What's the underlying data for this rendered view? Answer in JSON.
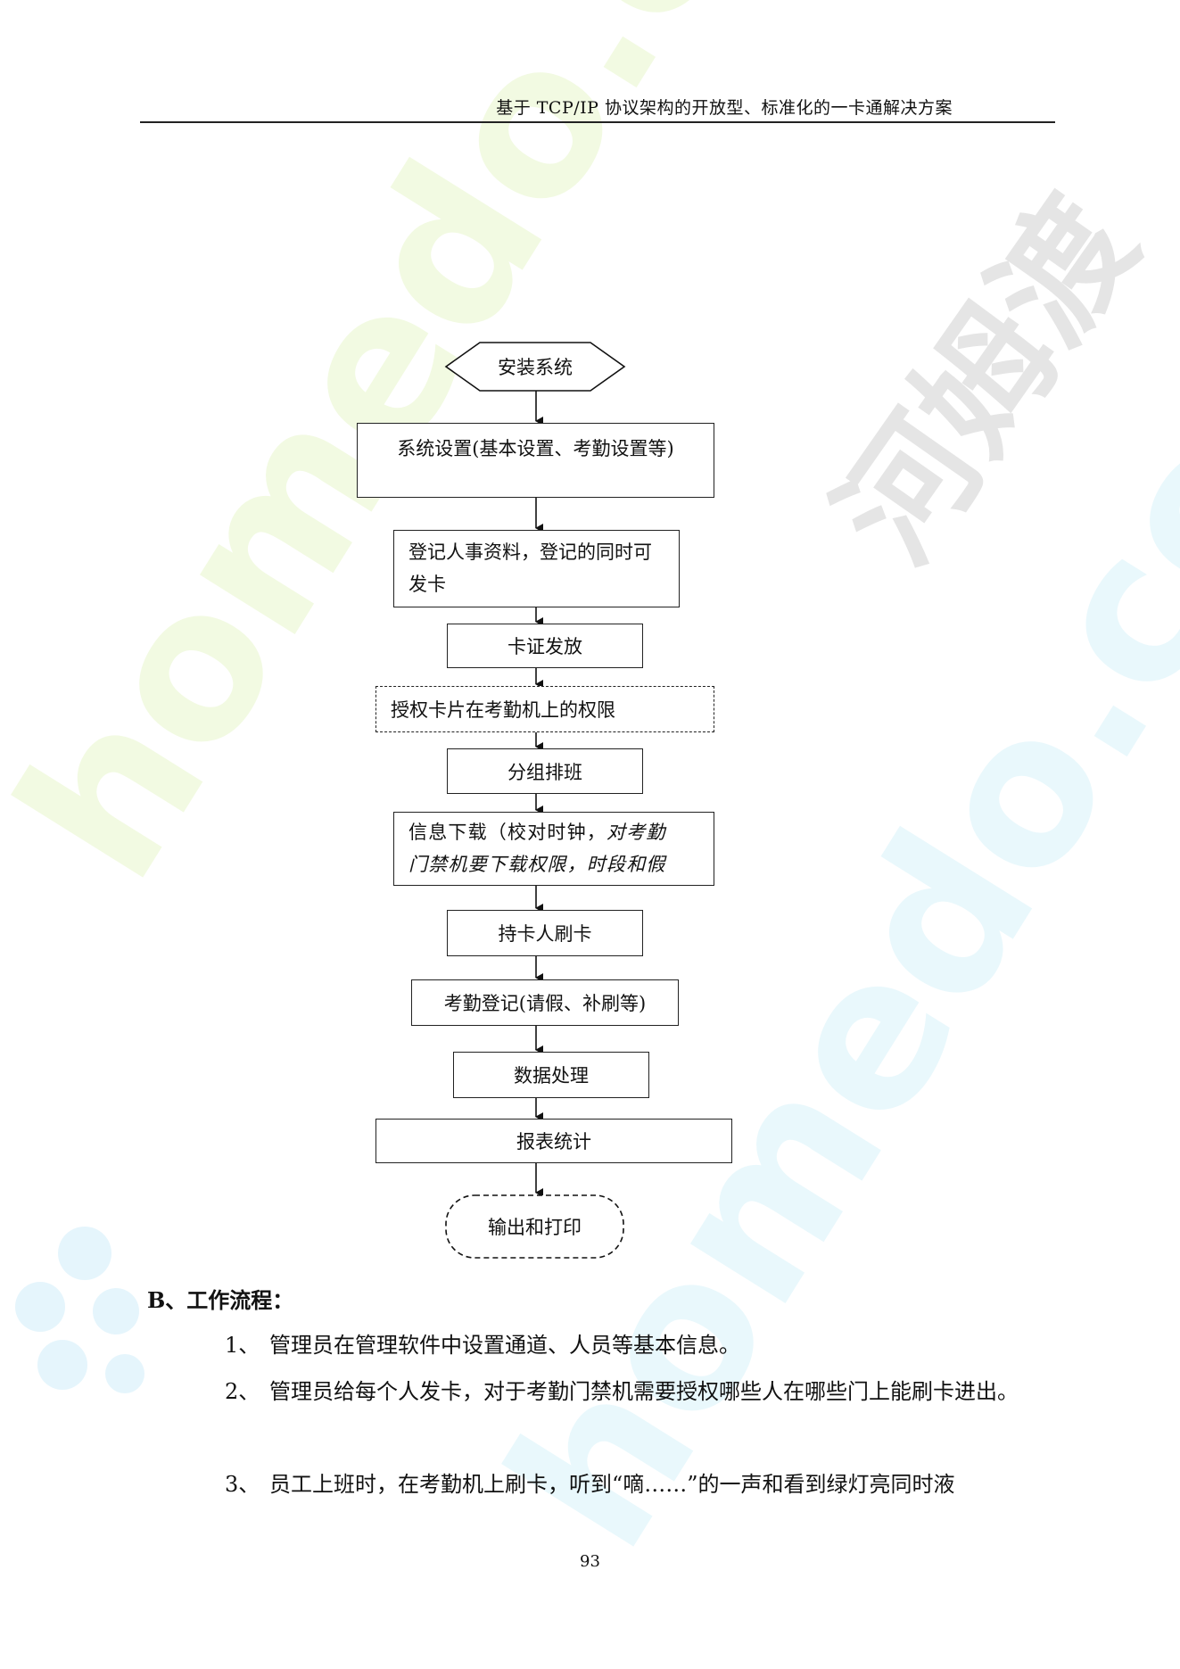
{
  "header": {
    "title": "基于 TCP/IP 协议架构的开放型、标准化的一卡通解决方案"
  },
  "watermark": {
    "chinese": "河姆渡",
    "latin": "homedo.com"
  },
  "flowchart": {
    "start": "安装系统",
    "steps": [
      "系统设置(基本设置、考勤设置等)",
      "登记人事资料，登记的同时可发卡",
      "卡证发放",
      "授权卡片在考勤机上的权限",
      "分组排班",
      "信息下载（校对时钟，",
      "对考勤",
      "门禁机要下载权限，时段和假",
      "持卡人刷卡",
      "考勤登记(请假、补刷等)",
      "数据处理",
      "报表统计"
    ],
    "end": "输出和打印"
  },
  "section": {
    "title": "B、工作流程：",
    "items": [
      {
        "num": "1、",
        "text": "管理员在管理软件中设置通道、人员等基本信息。"
      },
      {
        "num": "2、",
        "text": "管理员给每个人发卡，对于考勤门禁机需要授权哪些人在哪些门上能刷卡进出。"
      },
      {
        "num": "3、",
        "text": "员工上班时，在考勤机上刷卡，听到“嘀……”的一声和看到绿灯亮同时液"
      }
    ]
  },
  "page": {
    "number": "93"
  }
}
